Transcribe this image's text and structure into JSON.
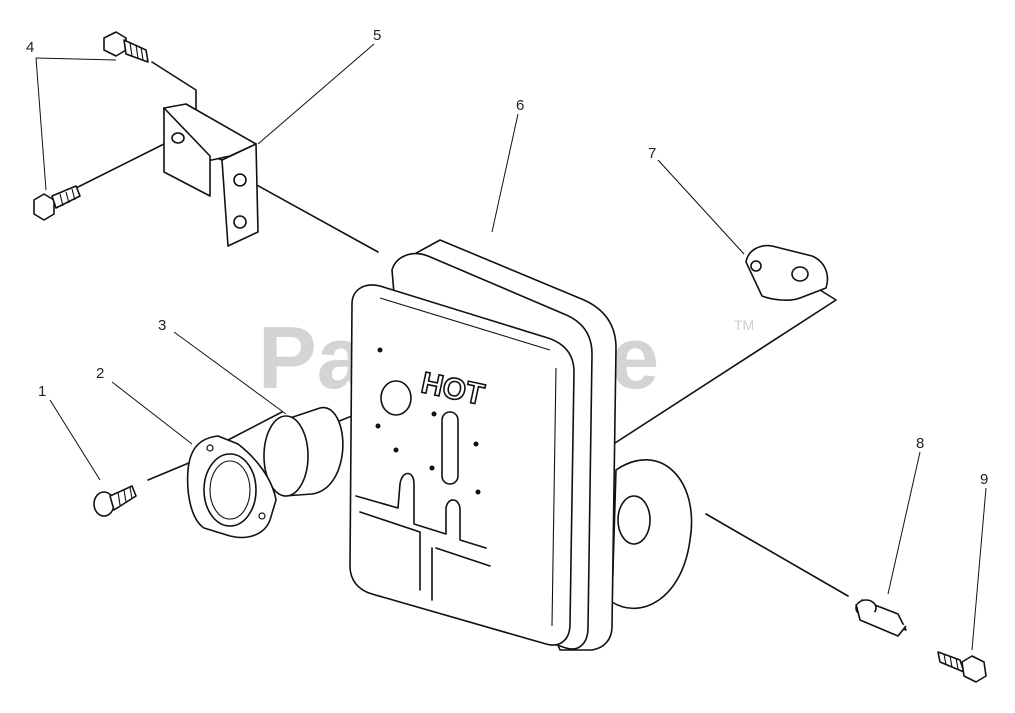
{
  "diagram": {
    "watermark": "PartsTree",
    "watermark_tm": "TM",
    "muffler_label": "HOT",
    "callouts": [
      {
        "id": "1",
        "label": "1"
      },
      {
        "id": "2",
        "label": "2"
      },
      {
        "id": "3",
        "label": "3"
      },
      {
        "id": "4",
        "label": "4"
      },
      {
        "id": "5",
        "label": "5"
      },
      {
        "id": "6",
        "label": "6"
      },
      {
        "id": "7",
        "label": "7"
      },
      {
        "id": "8",
        "label": "8"
      },
      {
        "id": "9",
        "label": "9"
      }
    ]
  }
}
